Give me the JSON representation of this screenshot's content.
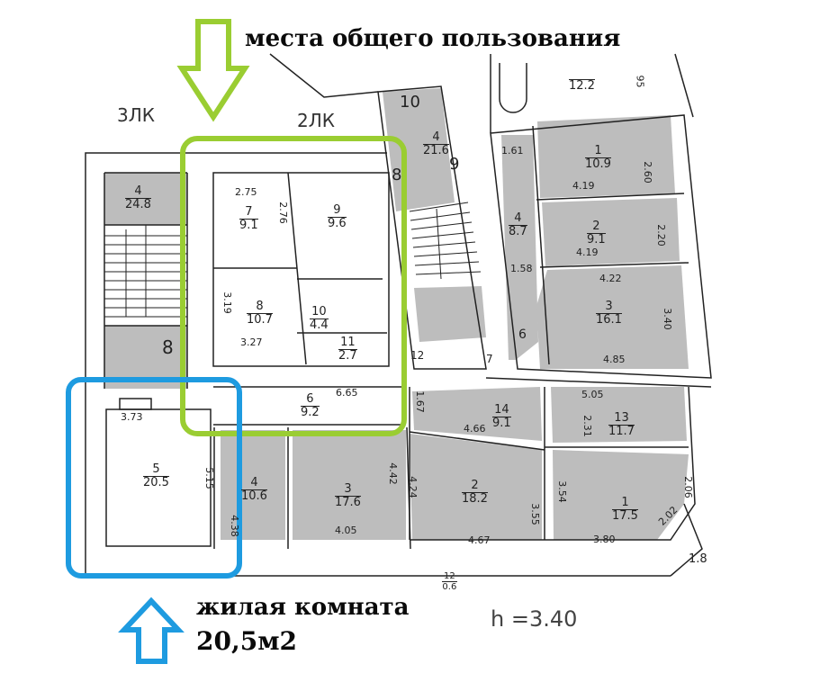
{
  "annotations": {
    "common_areas_label": "места общего пользования",
    "living_room_label_line1": "жилая комната",
    "living_room_label_line2": "20,5м2",
    "ceiling_height": "h =3.40",
    "stair_left": "3ЛК",
    "stair_middle": "2ЛК"
  },
  "colors": {
    "common_areas_highlight": "#9acd32",
    "living_room_highlight": "#1e9be0",
    "room_fill": "#bdbdbd",
    "wall": "#222222"
  },
  "rooms": [
    {
      "id": "r4-left",
      "num": "4",
      "area": "24.8"
    },
    {
      "id": "r7",
      "num": "7",
      "area": "9.1"
    },
    {
      "id": "r9",
      "num": "9",
      "area": "9.6"
    },
    {
      "id": "r8",
      "num": "8",
      "area": "10.7"
    },
    {
      "id": "r10",
      "num": "10",
      "area": "4.4"
    },
    {
      "id": "r11",
      "num": "11",
      "area": "2.7"
    },
    {
      "id": "r6",
      "num": "6",
      "area": "9.2"
    },
    {
      "id": "r5",
      "num": "5",
      "area": "20.5"
    },
    {
      "id": "r4-bottom",
      "num": "4",
      "area": "10.6"
    },
    {
      "id": "r3-bottom",
      "num": "3",
      "area": "17.6"
    },
    {
      "id": "r2-bottom",
      "num": "2",
      "area": "18.2"
    },
    {
      "id": "r14",
      "num": "14",
      "area": "9.1"
    },
    {
      "id": "r13",
      "num": "13",
      "area": "11.7"
    },
    {
      "id": "r1-bottom",
      "num": "1",
      "area": "17.5"
    },
    {
      "id": "r4-top",
      "num": "4",
      "area": "21.6"
    },
    {
      "id": "r1-right",
      "num": "1",
      "area": "10.9"
    },
    {
      "id": "r2-right",
      "num": "2",
      "area": "9.1"
    },
    {
      "id": "r3-right",
      "num": "3",
      "area": "16.1"
    },
    {
      "id": "r4-corr",
      "num": "4",
      "area": "8.7"
    },
    {
      "id": "r12-bottom",
      "num": "12",
      "area": "0.6"
    },
    {
      "id": "r-top",
      "num": "",
      "area": "12.2"
    }
  ],
  "room_numbers_plain": {
    "n10": "10",
    "n9": "9",
    "n8a": "8",
    "n8b": "8",
    "n6": "6",
    "n12": "12",
    "n7": "7"
  },
  "dimensions": {
    "d275": "2.75",
    "d276": "2.76",
    "d319": "3.19",
    "d327": "3.27",
    "d665": "6.65",
    "d373": "3.73",
    "d515": "5.15",
    "d438": "4.38",
    "d442": "4.42",
    "d405": "4.05",
    "d424": "4.24",
    "d467": "4.67",
    "d355": "3.55",
    "d354": "3.54",
    "d466": "4.66",
    "d167": "1.67",
    "d505": "5.05",
    "d231": "2.31",
    "d206": "2.06",
    "d202": "2.02",
    "d380": "3.80",
    "d18": "1.8",
    "d161": "1.61",
    "d158": "1.58",
    "d419a": "4.19",
    "d419b": "4.19",
    "d260": "2.60",
    "d220": "2.20",
    "d422": "4.22",
    "d340": "3.40",
    "d485": "4.85",
    "d95": "95"
  }
}
